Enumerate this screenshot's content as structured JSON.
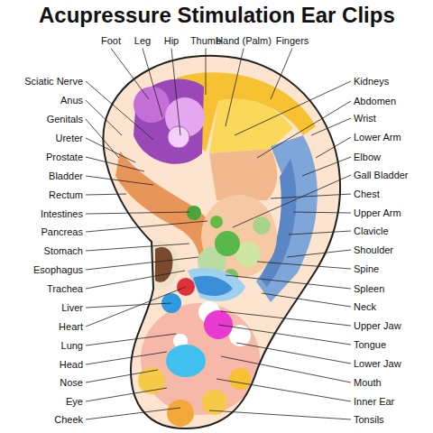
{
  "diagram": {
    "title": "Acupressure Stimulation Ear Clips",
    "labels": [
      "Foot",
      "Leg",
      "Hip",
      "Thumb",
      "Hand (Palm)",
      "Fingers",
      "Sciatic Nerve",
      "Anus",
      "Genitals",
      "Ureter",
      "Prostate",
      "Bladder",
      "Rectum",
      "Intestines",
      "Pancreas",
      "Stomach",
      "Esophagus",
      "Trachea",
      "Liver",
      "Heart",
      "Lung",
      "Head",
      "Nose",
      "Eye",
      "Cheek",
      "Kidneys",
      "Abdomen",
      "Wrist",
      "Lower Arm",
      "Elbow",
      "Gall Bladder",
      "Chest",
      "Upper Arm",
      "Clavicle",
      "Shoulder",
      "Spine",
      "Spleen",
      "Neck",
      "Upper Jaw",
      "Tongue",
      "Lower Jaw",
      "Mouth",
      "Inner Ear",
      "Tonsils"
    ]
  }
}
